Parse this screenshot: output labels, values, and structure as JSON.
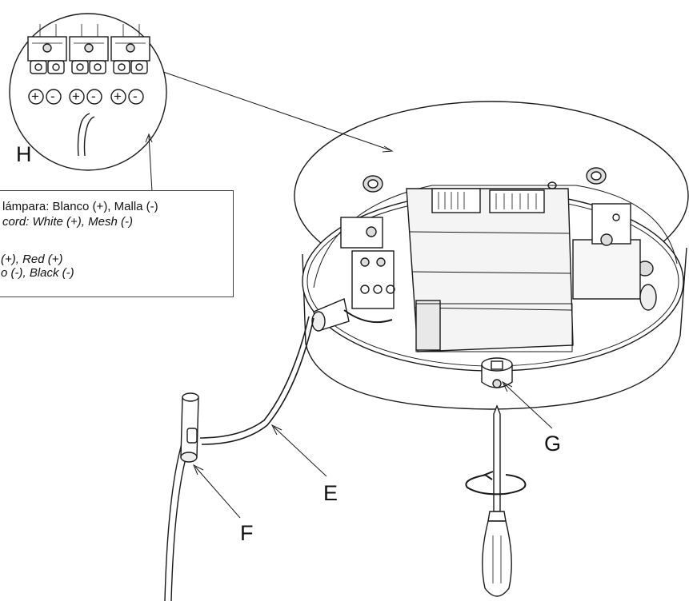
{
  "labels": {
    "h": "H",
    "e": "E",
    "f": "F",
    "g": "G"
  },
  "terminals": {
    "signs": [
      "+",
      "-",
      "+",
      "-",
      "+",
      "-"
    ]
  },
  "note": {
    "line1": "lámpara: Blanco (+), Malla (-)",
    "line2": "cord: White (+), Mesh (-)",
    "line3": "(+), Red (+)",
    "line4": "o (-), Black (-)"
  },
  "colors": {
    "stroke": "#1a1a1a",
    "fill": "#ffffff",
    "shade": "#e6e6e6"
  },
  "icons": [
    "screwdriver-icon",
    "rotation-arrow-icon"
  ]
}
